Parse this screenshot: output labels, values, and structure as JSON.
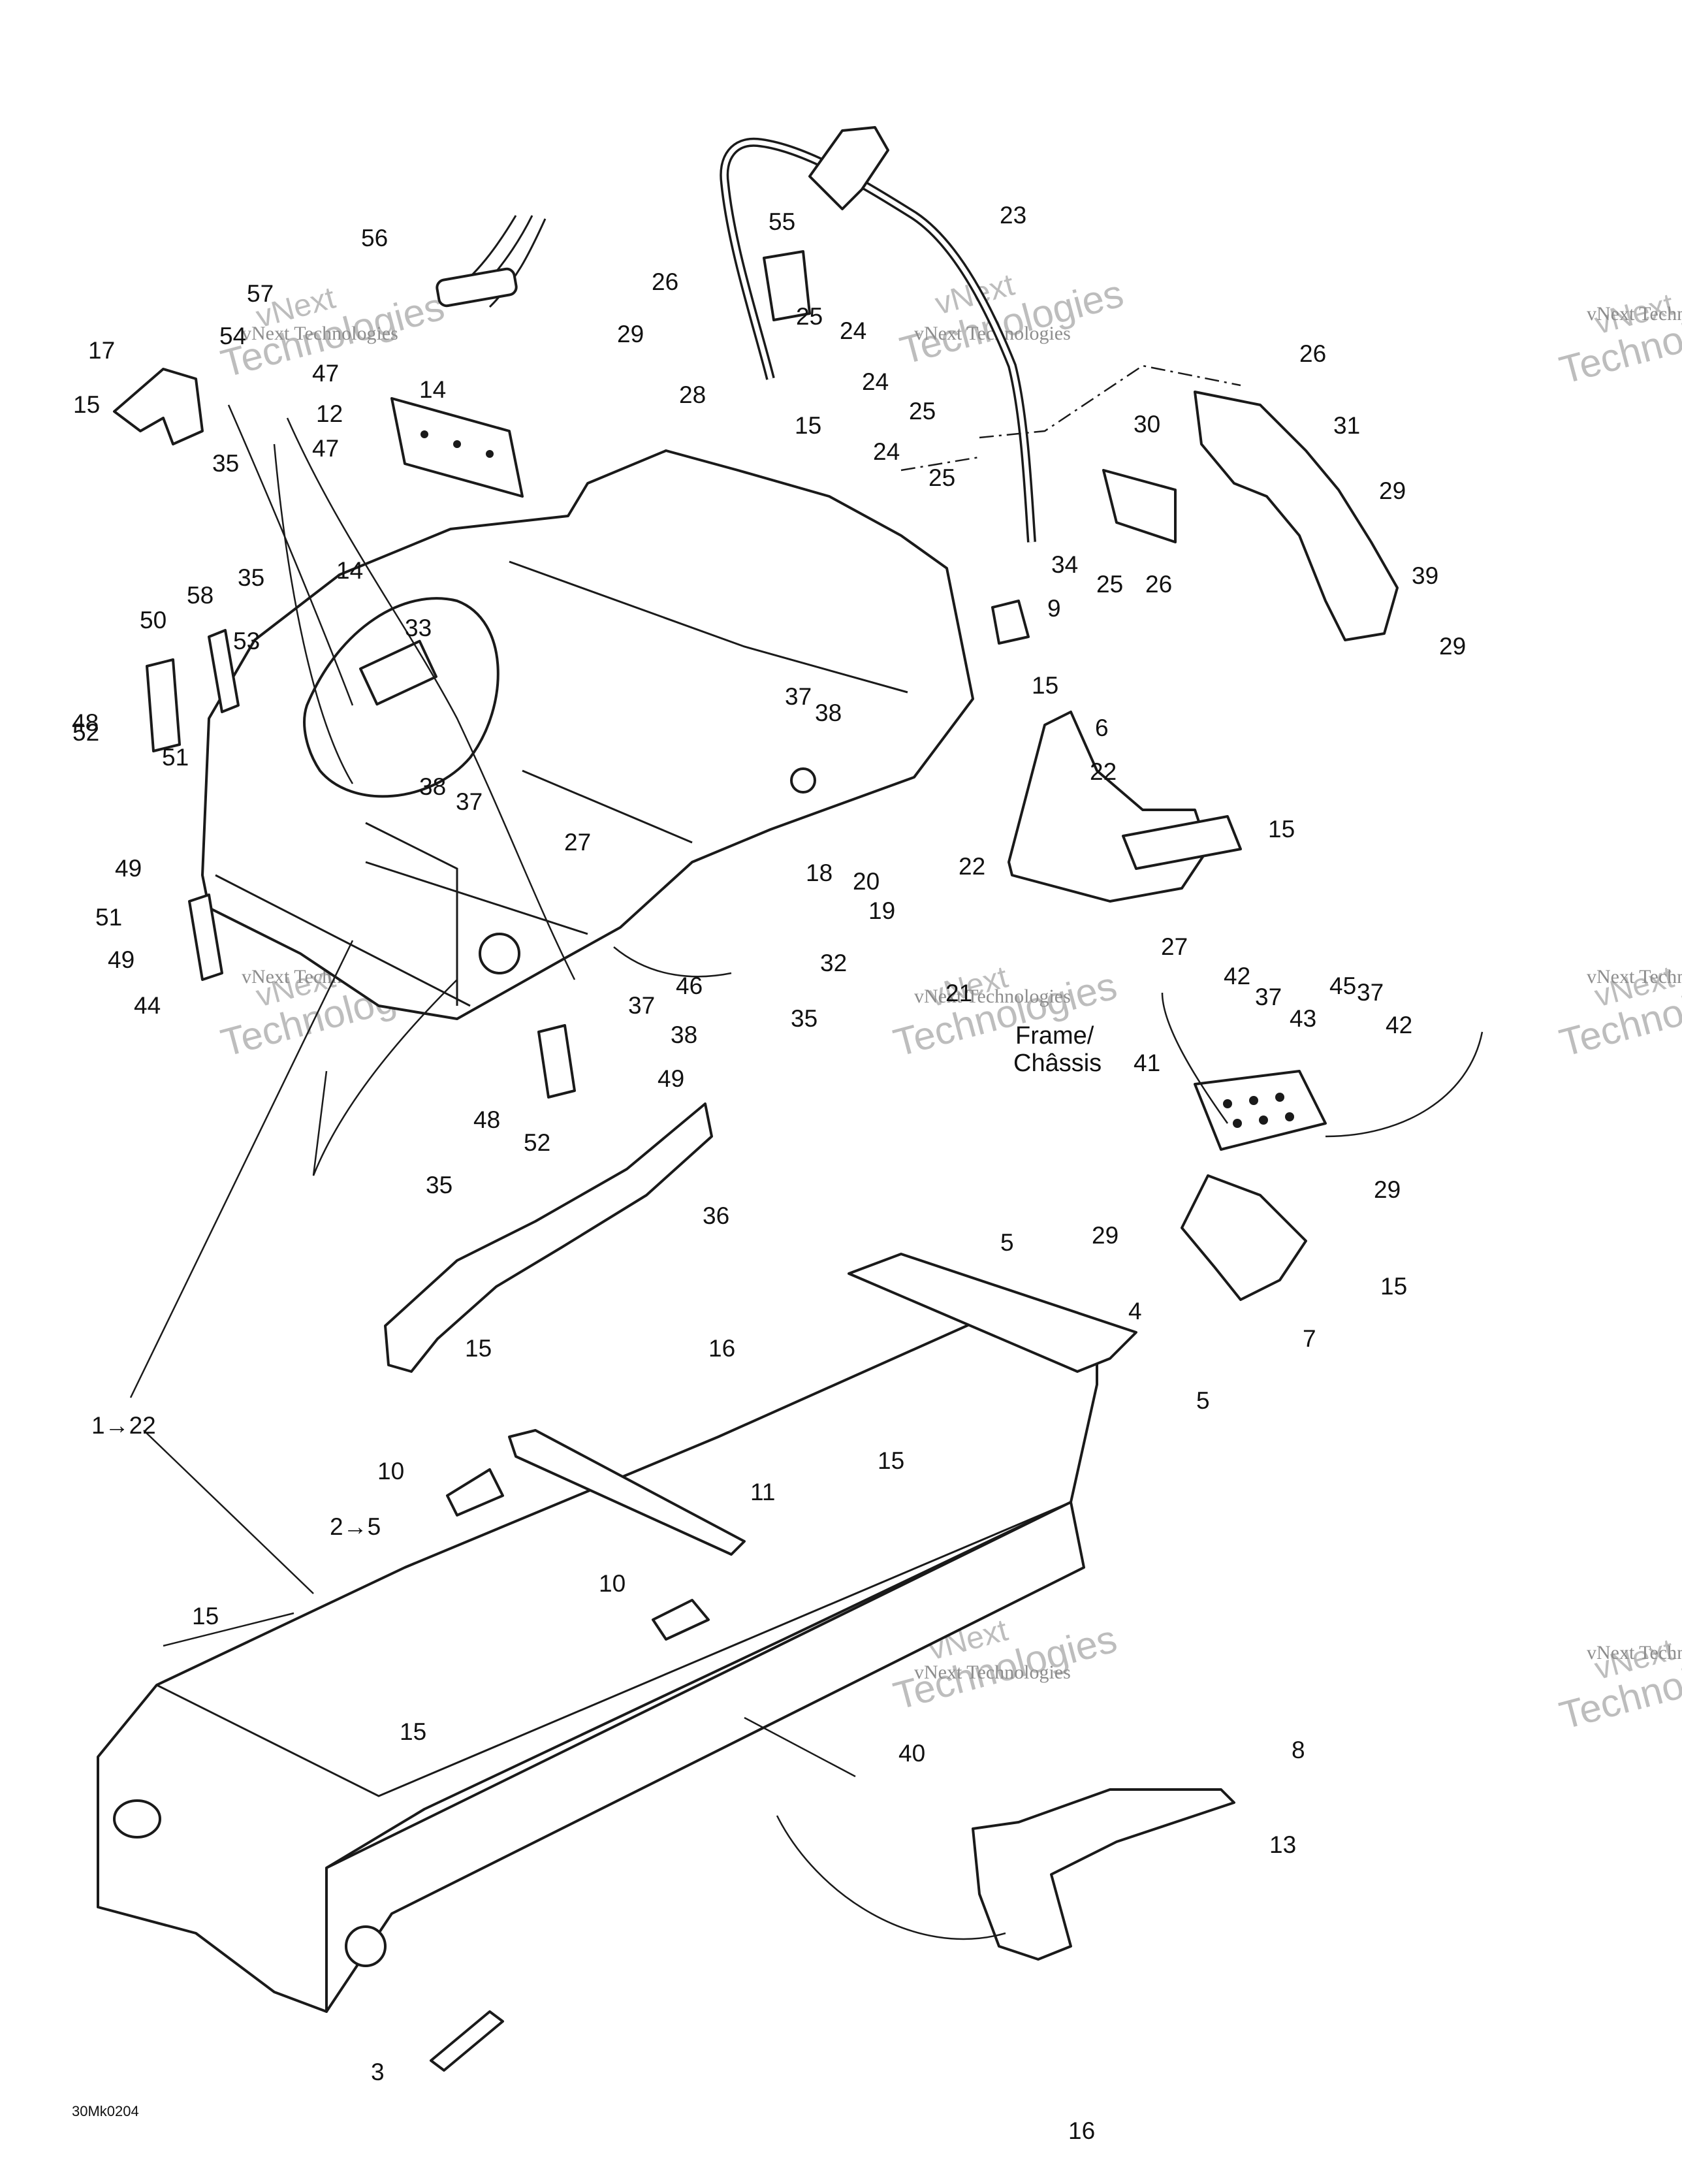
{
  "callouts": [
    {
      "label": "1→22"
    },
    {
      "label": "2→5"
    },
    {
      "label": "3"
    },
    {
      "label": "4"
    },
    {
      "label": "5"
    },
    {
      "label": "5"
    },
    {
      "label": "6"
    },
    {
      "label": "7"
    },
    {
      "label": "8"
    },
    {
      "label": "9"
    },
    {
      "label": "10"
    },
    {
      "label": "10"
    },
    {
      "label": "11"
    },
    {
      "label": "12"
    },
    {
      "label": "13"
    },
    {
      "label": "14"
    },
    {
      "label": "14"
    },
    {
      "label": "15"
    },
    {
      "label": "15"
    },
    {
      "label": "15"
    },
    {
      "label": "15"
    },
    {
      "label": "15"
    },
    {
      "label": "15"
    },
    {
      "label": "15"
    },
    {
      "label": "15"
    },
    {
      "label": "15"
    },
    {
      "label": "16"
    },
    {
      "label": "16"
    },
    {
      "label": "17"
    },
    {
      "label": "18"
    },
    {
      "label": "19"
    },
    {
      "label": "20"
    },
    {
      "label": "21"
    },
    {
      "label": "22"
    },
    {
      "label": "22"
    },
    {
      "label": "23"
    },
    {
      "label": "24"
    },
    {
      "label": "24"
    },
    {
      "label": "24"
    },
    {
      "label": "25"
    },
    {
      "label": "25"
    },
    {
      "label": "25"
    },
    {
      "label": "25"
    },
    {
      "label": "26"
    },
    {
      "label": "26"
    },
    {
      "label": "26"
    },
    {
      "label": "27"
    },
    {
      "label": "27"
    },
    {
      "label": "28"
    },
    {
      "label": "29"
    },
    {
      "label": "29"
    },
    {
      "label": "29"
    },
    {
      "label": "29"
    },
    {
      "label": "29"
    },
    {
      "label": "30"
    },
    {
      "label": "31"
    },
    {
      "label": "32"
    },
    {
      "label": "33"
    },
    {
      "label": "34"
    },
    {
      "label": "35"
    },
    {
      "label": "35"
    },
    {
      "label": "35"
    },
    {
      "label": "35"
    },
    {
      "label": "36"
    },
    {
      "label": "37"
    },
    {
      "label": "37"
    },
    {
      "label": "37"
    },
    {
      "label": "37"
    },
    {
      "label": "37"
    },
    {
      "label": "38"
    },
    {
      "label": "38"
    },
    {
      "label": "38"
    },
    {
      "label": "39"
    },
    {
      "label": "40"
    },
    {
      "label": "41"
    },
    {
      "label": "42"
    },
    {
      "label": "42"
    },
    {
      "label": "43"
    },
    {
      "label": "44"
    },
    {
      "label": "45"
    },
    {
      "label": "46"
    },
    {
      "label": "47"
    },
    {
      "label": "47"
    },
    {
      "label": "48"
    },
    {
      "label": "48"
    },
    {
      "label": "49"
    },
    {
      "label": "49"
    },
    {
      "label": "49"
    },
    {
      "label": "50"
    },
    {
      "label": "51"
    },
    {
      "label": "51"
    },
    {
      "label": "52"
    },
    {
      "label": "52"
    },
    {
      "label": "53"
    },
    {
      "label": "54"
    },
    {
      "label": "55"
    },
    {
      "label": "56"
    },
    {
      "label": "57"
    },
    {
      "label": "58"
    }
  ],
  "frame_label": {
    "line1": "Frame/",
    "line2": "Châssis"
  },
  "watermark": {
    "brand": "vNext",
    "name": "Technologies",
    "full": "vNext Technologies"
  },
  "drawing_code": "30Mk0204",
  "colors": {
    "ink": "#1a1a1a",
    "watermark": "#bdbdbd",
    "background": "#ffffff"
  }
}
